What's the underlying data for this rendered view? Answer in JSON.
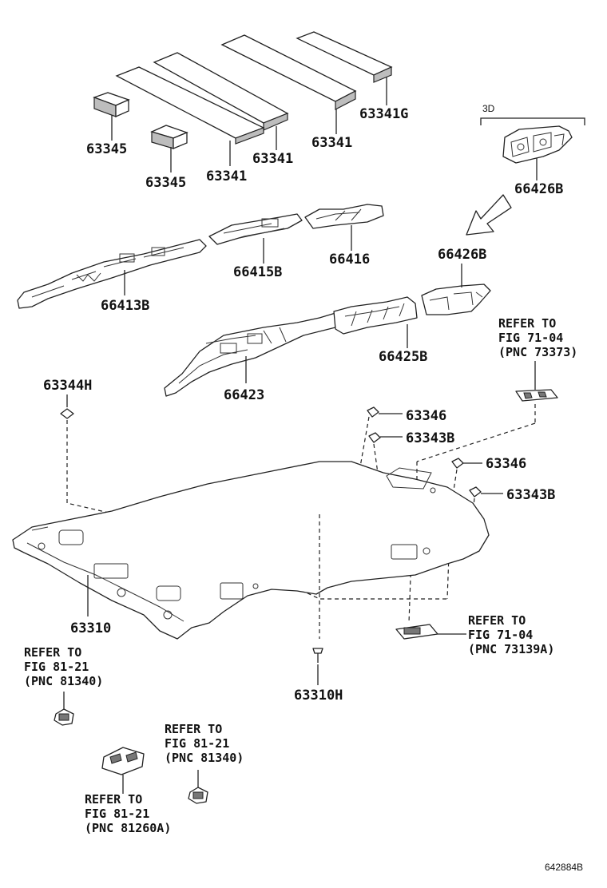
{
  "parts": {
    "p63341g": "63341G",
    "p63341_right": "63341",
    "p63341_mid": "63341",
    "p63341_left": "63341",
    "p63345_top": "63345",
    "p63345_bottom": "63345",
    "p66426b_top": "66426B",
    "p66426b_lower": "66426B",
    "p66415b": "66415B",
    "p66416": "66416",
    "p66413b": "66413B",
    "p66425b": "66425B",
    "p66423": "66423",
    "p63344h": "63344H",
    "p63346_a": "63346",
    "p63343b_a": "63343B",
    "p63346_b": "63346",
    "p63343b_b": "63343B",
    "p63310": "63310",
    "p63310h": "63310H"
  },
  "variant_3d": "3D",
  "refs": {
    "ref_73373": [
      "REFER TO",
      "FIG 71-04",
      "(PNC 73373)"
    ],
    "ref_73139a": [
      "REFER TO",
      "FIG 71-04",
      "(PNC 73139A)"
    ],
    "ref_81340_left": [
      "REFER TO",
      "FIG 81-21",
      "(PNC 81340)"
    ],
    "ref_81340_right": [
      "REFER TO",
      "FIG 81-21",
      "(PNC 81340)"
    ],
    "ref_81260a": [
      "REFER TO",
      "FIG 81-21",
      "(PNC 81260A)"
    ]
  },
  "diagram_id": "642884B",
  "icons": {
    "arrow": "direction-arrow-icon"
  }
}
